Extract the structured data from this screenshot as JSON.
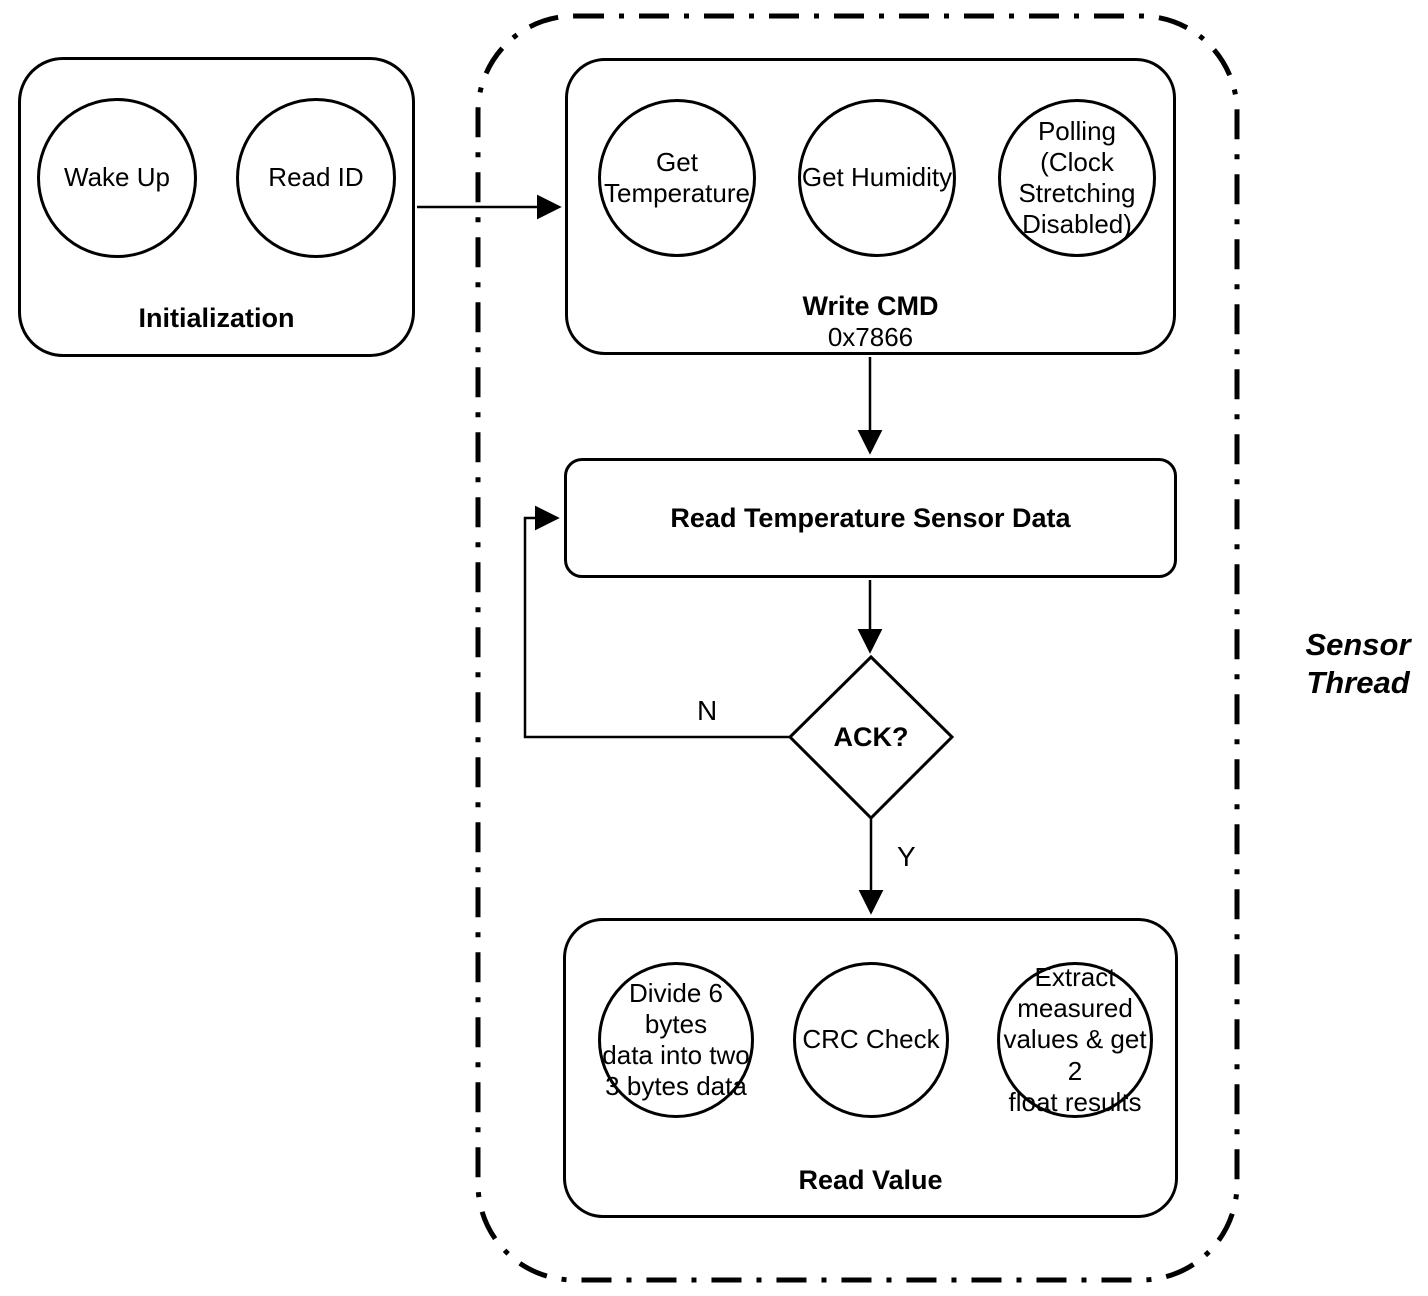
{
  "diagram": {
    "background_color": "#ffffff",
    "line_color": "#000000",
    "initialization_group": {
      "label": "Initialization",
      "nodes": [
        {
          "label": "Wake Up"
        },
        {
          "label": "Read ID"
        }
      ]
    },
    "sensor_thread": {
      "label": "Sensor\nThread"
    },
    "write_cmd_group": {
      "title": "Write CMD",
      "subtitle": "0x7866",
      "nodes": [
        {
          "label": "Get\nTemperature"
        },
        {
          "label": "Get Humidity"
        },
        {
          "label": "Polling\n(Clock\nStretching\nDisabled)"
        }
      ]
    },
    "read_temp_step": {
      "label": "Read Temperature Sensor Data"
    },
    "decision": {
      "label": "ACK?",
      "no_label": "N",
      "yes_label": "Y"
    },
    "read_value_group": {
      "label": "Read Value",
      "nodes": [
        {
          "label": "Divide 6 bytes\ndata into two\n3 bytes data"
        },
        {
          "label": "CRC Check"
        },
        {
          "label": "Extract\nmeasured\nvalues & get 2\nfloat results"
        }
      ]
    }
  }
}
